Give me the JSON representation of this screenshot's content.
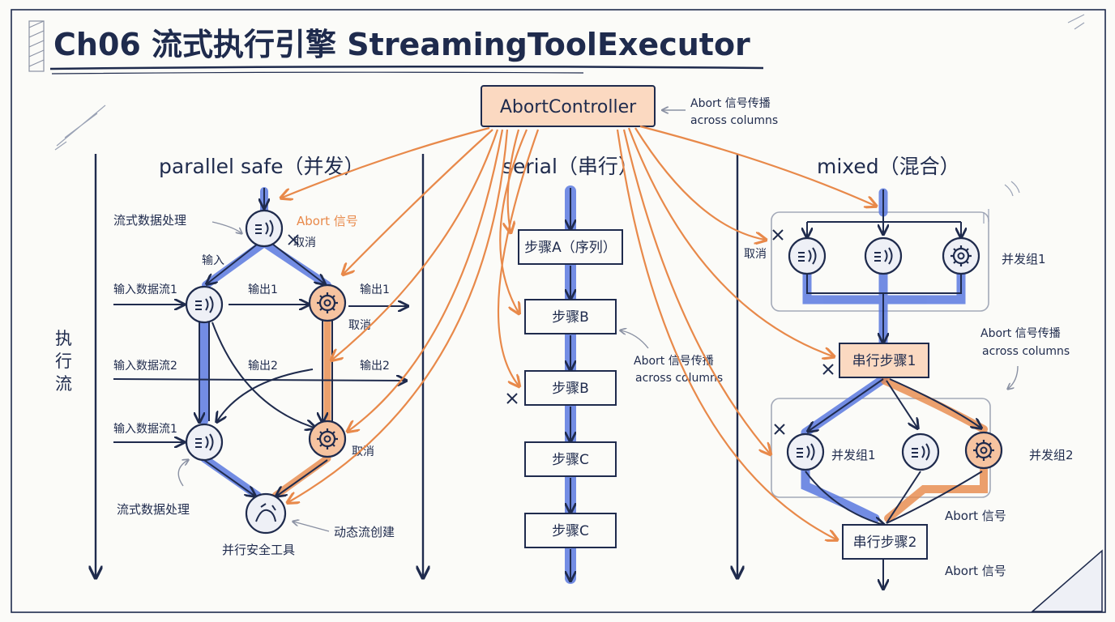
{
  "title": "Ch06 流式执行引擎 StreamingToolExecutor",
  "controller": {
    "label": "AbortController",
    "note_line1": "Abort 信号传播",
    "note_line2": "across columns"
  },
  "columns": {
    "parallel": "parallel safe（并发）",
    "serial": "serial（串行）",
    "mixed": "mixed（混合）"
  },
  "axis_label": [
    "执",
    "行",
    "流"
  ],
  "parallel": {
    "stream_top": "流式数据处理",
    "abort_signal": "Abort 信号",
    "cancel": "取消",
    "input": "输入",
    "in_stream1": "输入数据流1",
    "out1_a": "输出1",
    "out1_b": "输出1",
    "cancel2": "取消",
    "in_stream2": "输入数据流2",
    "out2_a": "输出2",
    "out2_b": "输出2",
    "in_stream1b": "输入数据流1",
    "cancel3": "取消",
    "stream_bottom": "流式数据处理",
    "safe_tool": "并行安全工具",
    "dynamic_flow": "动态流创建"
  },
  "serial": {
    "steps": [
      "步骤A（序列）",
      "步骤B",
      "步骤B",
      "步骤C",
      "步骤C"
    ],
    "note_line1": "Abort 信号传播",
    "note_line2": "across columns"
  },
  "mixed": {
    "cancel": "取消",
    "group1_top": "并发组1",
    "serial1": "串行步骤1",
    "note_line1": "Abort 信号传播",
    "note_line2": "across columns",
    "group1_bottom": "并发组1",
    "group2": "并发组2",
    "abort1": "Abort 信号",
    "serial2": "串行步骤2",
    "abort2": "Abort 信号"
  },
  "colors": {
    "ink": "#1f2b4d",
    "blue": "#5b79e0",
    "orange": "#e8894a",
    "orange_fill": "#fbd9c1"
  }
}
